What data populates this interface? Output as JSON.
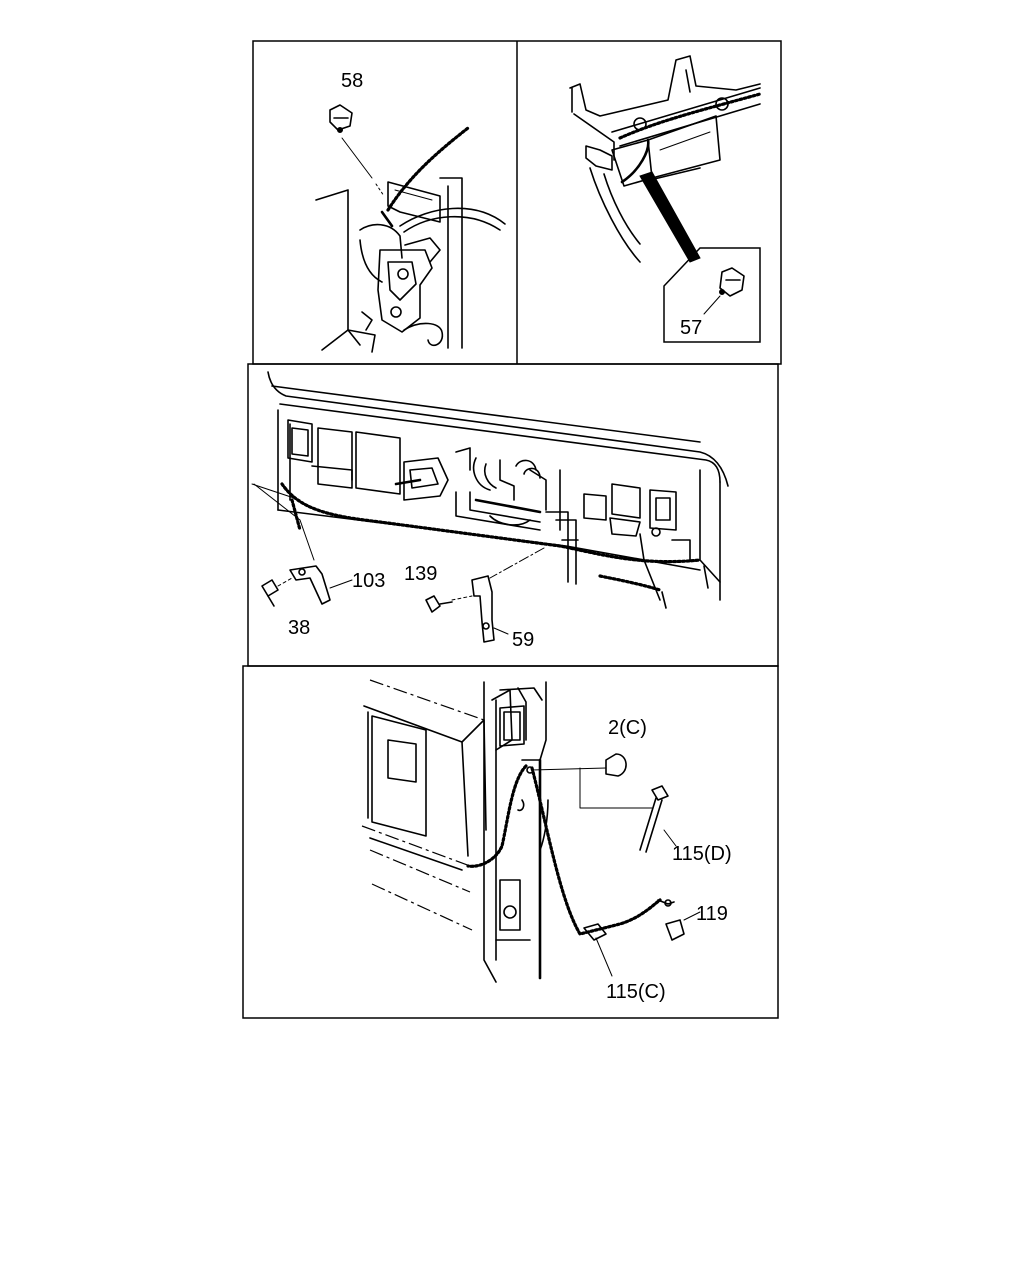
{
  "callouts": {
    "c58": "58",
    "c57": "57",
    "c103": "103",
    "c139": "139",
    "c38": "38",
    "c59": "59",
    "c2c": "2(C)",
    "c115d": "115(D)",
    "c119": "119",
    "c115c": "115(C)"
  }
}
